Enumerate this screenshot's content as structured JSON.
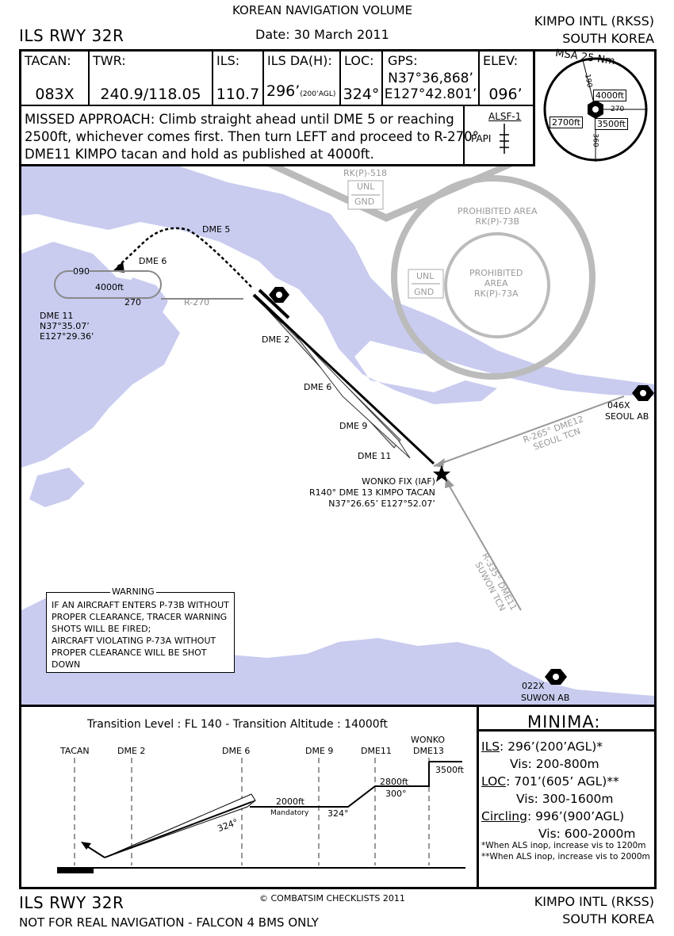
{
  "header": {
    "volume": "KOREAN NAVIGATION VOLUME",
    "procedure": "ILS RWY 32R",
    "date": "Date: 30 March 2011",
    "airport": "KIMPO INTL (RKSS)",
    "country": "SOUTH KOREA"
  },
  "info": {
    "tacan_label": "TACAN:",
    "tacan_value": "083X",
    "twr_label": "TWR:",
    "twr_value": "240.9/118.05",
    "ils_label": "ILS:",
    "ils_value": "110.7",
    "ilsda_label": "ILS DA(H):",
    "ilsda_value": "296’",
    "ilsda_note": "(200’AGL)",
    "loc_label": "LOC:",
    "loc_value": "324°",
    "gps_label": "GPS:",
    "gps_lat": "N37°36,868’",
    "gps_lon": "E127°42.801’",
    "elev_label": "ELEV:",
    "elev_value": "096’"
  },
  "missed_approach": {
    "line1": "MISSED APPROACH: Climb straight ahead until DME 5 or reaching",
    "line2": "2500ft, whichever comes first. Then turn LEFT and proceed to R-270°",
    "line3": "DME11 KIMPO tacan and hold as published at 4000ft."
  },
  "lighting": {
    "alsf": "ALSF-1",
    "papi": "PAPI"
  },
  "msa": {
    "title": "MSA 25 Nm",
    "alt_north": "4000ft",
    "alt_west": "2700ft",
    "alt_east": "3500ft",
    "rad_190": "190",
    "rad_270": "270",
    "rad_360": "360"
  },
  "map": {
    "rk518": "RK(P)-518",
    "unl": "UNL",
    "gnd": "GND",
    "p73b_1": "PROHIBITED AREA",
    "p73b_2": "RK(P)-73B",
    "p73a_1": "PROHIBITED",
    "p73a_2": "AREA",
    "p73a_3": "RK(P)-73A",
    "dme5": "DME 5",
    "dme6_hold": "DME 6",
    "hold_090": "090",
    "hold_270": "270",
    "hold_alt": "4000ft",
    "r270": "R-270",
    "dme11_1": "DME 11",
    "dme11_2": "N37°35.07’",
    "dme11_3": "E127°29.36’",
    "dme2": "DME 2",
    "dme6": "DME 6",
    "dme9": "DME 9",
    "dme11": "DME 11",
    "wonko_1": "WONKO FIX (IAF)",
    "wonko_2": "R140° DME 13 KIMPO TACAN",
    "wonko_3": "N37°26.65’ E127°52.07’",
    "seoul_r1": "R-265° DME12",
    "seoul_r2": "SEOUL TCN",
    "suwon_r1": "R-335° DME11",
    "suwon_r2": "SUWON TCN",
    "seoul_ch": "046X",
    "seoul_name": "SEOUL AB",
    "suwon_ch": "022X",
    "suwon_name": "SUWON AB",
    "warning_title": "WARNING",
    "warning_l1": "IF AN AIRCRAFT ENTERS P-73B WITHOUT",
    "warning_l2": "PROPER CLEARANCE, TRACER WARNING",
    "warning_l3": "SHOTS WILL BE FIRED;",
    "warning_l4": "AIRCRAFT VIOLATING P-73A WITHOUT",
    "warning_l5": "PROPER CLEARANCE WILL BE SHOT",
    "warning_l6": "DOWN"
  },
  "profile": {
    "transition": "Transition Level : FL 140  -  Transition Altitude : 14000ft",
    "tacan": "TACAN",
    "dme2": "DME 2",
    "dme6": "DME 6",
    "dme9": "DME 9",
    "dme11": "DME11",
    "wonko1": "WONKO",
    "wonko2": "DME13",
    "alt_2000": "2000ft",
    "mandatory": "Mandatory",
    "alt_2800": "2800ft",
    "alt_3500": "3500ft",
    "crs_324a": "324°",
    "crs_324b": "324°",
    "crs_300": "300°"
  },
  "minima": {
    "title": "MINIMA:",
    "ils_label": "ILS",
    "ils_value": ": 296’(200’AGL)*",
    "ils_vis": "Vis: 200-800m",
    "loc_label": "LOC",
    "loc_value": ": 701’(605’ AGL)**",
    "loc_vis": "Vis: 300-1600m",
    "circ_label": "Circling",
    "circ_value": ": 996’(900’AGL)",
    "circ_vis": "Vis: 600-2000m",
    "note1": "*When ALS inop, increase vis to 1200m",
    "note2": "**When ALS inop, increase vis to 2000m"
  },
  "footer": {
    "procedure": "ILS RWY 32R",
    "disclaimer": "NOT FOR REAL NAVIGATION - FALCON 4 BMS ONLY",
    "copyright": "© COMBATSIM CHECKLISTS 2011",
    "airport": "KIMPO INTL (RKSS)",
    "country": "SOUTH KOREA"
  }
}
